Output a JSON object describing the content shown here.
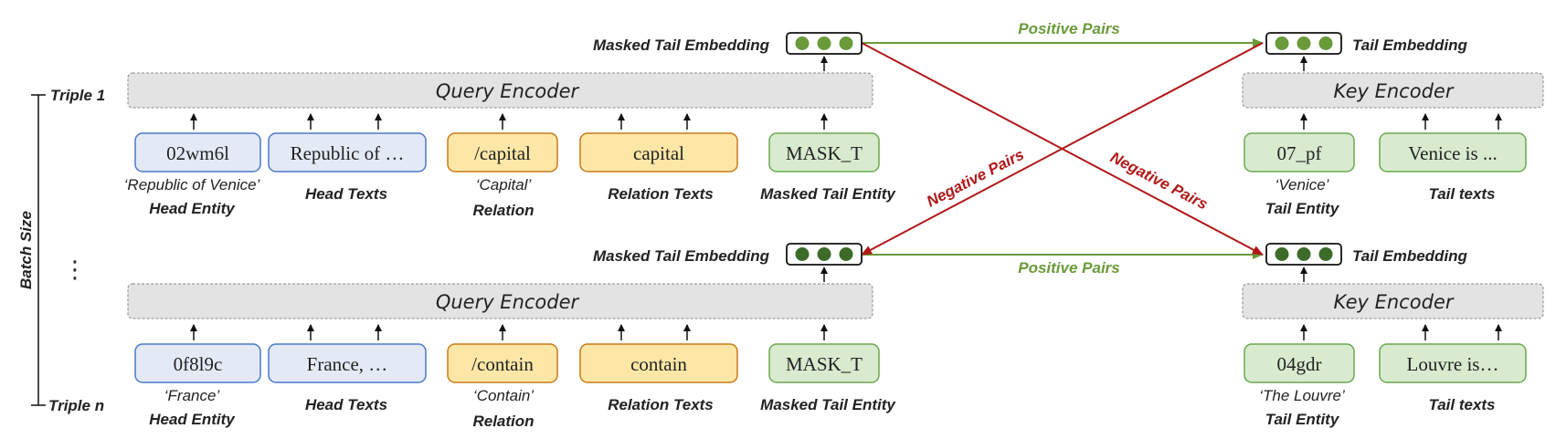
{
  "batch_size_label": "Batch Size",
  "triple_first_label": "Triple 1",
  "triple_last_label": "Triple n",
  "ellipsis": "⋮",
  "positive_pairs_label": "Positive Pairs",
  "negative_pairs_label": "Negative Pairs",
  "colors": {
    "head_fill": "#e3eaf6",
    "head_stroke": "#4a78c8",
    "rel_fill": "#fde7a6",
    "rel_stroke": "#c87a1a",
    "tail_fill": "#d8ebcf",
    "tail_stroke": "#6aa84f",
    "encoder_fill": "#e3e3e3",
    "encoder_stroke": "#888888",
    "dot": "#6a9a3a",
    "dot_dark": "#3c6b2a",
    "positive": "#6a9a3a",
    "negative": "#b01818"
  },
  "rows": [
    {
      "query_encoder": "Query Encoder",
      "key_encoder": "Key Encoder",
      "masked_tail_embedding": "Masked Tail Embedding",
      "tail_embedding": "Tail Embedding",
      "items": {
        "head_id": "02wm6l",
        "head_text": "Republic of …",
        "relation_id": "/capital",
        "relation_text": "capital",
        "mask": "MASK_T",
        "tail_id": "07_pf",
        "tail_text": "Venice is ..."
      },
      "captions": {
        "head_name": "‘Republic of Venice’",
        "head_entity": "Head Entity",
        "head_texts": "Head Texts",
        "relation_name": "‘Capital’",
        "relation": "Relation",
        "relation_texts": "Relation Texts",
        "masked_tail_entity": "Masked Tail Entity",
        "tail_name": "‘Venice’",
        "tail_entity": "Tail Entity",
        "tail_texts": "Tail texts"
      }
    },
    {
      "query_encoder": "Query Encoder",
      "key_encoder": "Key Encoder",
      "masked_tail_embedding": "Masked Tail Embedding",
      "tail_embedding": "Tail Embedding",
      "items": {
        "head_id": "0f8l9c",
        "head_text": "France, …",
        "relation_id": "/contain",
        "relation_text": "contain",
        "mask": "MASK_T",
        "tail_id": "04gdr",
        "tail_text": "Louvre is…"
      },
      "captions": {
        "head_name": "‘France’",
        "head_entity": "Head Entity",
        "head_texts": "Head Texts",
        "relation_name": "‘Contain’",
        "relation": "Relation",
        "relation_texts": "Relation Texts",
        "masked_tail_entity": "Masked Tail Entity",
        "tail_name": "‘The Louvre’",
        "tail_entity": "Tail Entity",
        "tail_texts": "Tail texts"
      }
    }
  ]
}
